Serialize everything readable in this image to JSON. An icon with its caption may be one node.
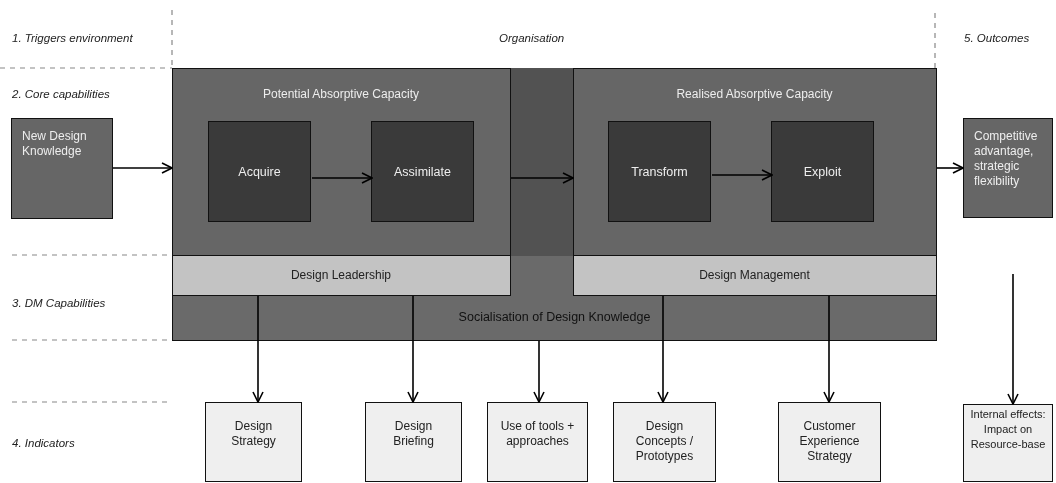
{
  "diagram": {
    "nodes": [
      {
        "text": [
          "Socialisation of Design Knowledge"
        ]
      },
      {
        "text": [
          "Potential Absorptive Capacity"
        ],
        "in": 0
      },
      {
        "text": [
          "Acquire"
        ],
        "in": 1
      },
      {
        "text": [
          "Assimilate"
        ],
        "in": 1
      },
      {
        "text": [
          "Realised Absorptive Capacity"
        ],
        "in": 0
      },
      {
        "text": [
          "Transform"
        ],
        "in": 4
      },
      {
        "text": [
          "Exploit"
        ],
        "in": 4
      },
      {
        "text": [
          "Design Leadership"
        ],
        "in": 0
      },
      {
        "text": [
          "Design Management"
        ],
        "in": 0
      },
      {
        "text": [
          "New Design Knowledge"
        ]
      },
      {
        "text": [
          "Competitive advantage, strategic flexibility"
        ]
      },
      {
        "text": [
          "Design Strategy"
        ]
      },
      {
        "text": [
          "Design Briefing"
        ]
      },
      {
        "text": [
          "Use of tools + approaches"
        ]
      },
      {
        "text": [
          "Design Concepts / Prototypes"
        ]
      },
      {
        "text": [
          "Customer Experience Strategy"
        ]
      },
      {
        "text": [
          "Internal effects: Impact on Resource-base"
        ]
      }
    ],
    "edges": [
      {
        "from": 9,
        "to": 1,
        "arrow": "to"
      },
      {
        "from": 2,
        "to": 3,
        "arrow": "to"
      },
      {
        "from": 1,
        "to": 4,
        "arrow": "to"
      },
      {
        "from": 5,
        "to": 6,
        "arrow": "to"
      },
      {
        "from": 4,
        "to": 10,
        "arrow": "to"
      },
      {
        "from": 7,
        "to": 11,
        "arrow": "to"
      },
      {
        "from": 7,
        "to": 12,
        "arrow": "to"
      },
      {
        "from": 0,
        "to": 13,
        "arrow": "to"
      },
      {
        "from": 8,
        "to": 14,
        "arrow": "to"
      },
      {
        "from": 8,
        "to": 15,
        "arrow": "to"
      },
      {
        "from": null,
        "to": 16,
        "arrow": "to"
      }
    ],
    "labels": [
      "1. Triggers environment",
      "Organisation",
      "5. Outcomes",
      "2. Core capabilities",
      "3. DM Capabilities",
      "4. Indicators"
    ]
  }
}
